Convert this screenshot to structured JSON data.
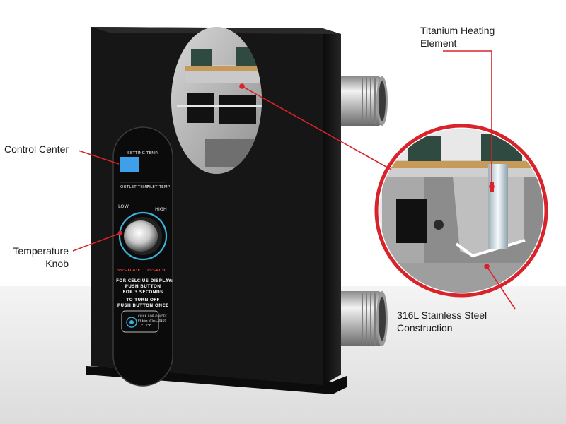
{
  "callouts": {
    "control_center": "Control Center",
    "temperature_knob": [
      "Temperature",
      "Knob"
    ],
    "titanium_element": [
      "Titanium Heating",
      "Element"
    ],
    "stainless_steel": [
      "316L Stainless Steel",
      "Construction"
    ]
  },
  "panel": {
    "setting_temp": "SETTING TEMP.",
    "outlet_temp": "OUTLET TEMP",
    "inlet_temp": "INLET TEMP",
    "low": "LOW",
    "high": "HIGH",
    "range_f": "59°-104°F",
    "range_c": "15°-40°C",
    "celsius_lines": [
      "FOR CELCIUS DISPLAY:",
      "PUSH BUTTON",
      "FOR 3 SECONDS"
    ],
    "turn_off_lines": [
      "TO TURN OFF",
      "PUSH BUTTON ONCE"
    ],
    "button_text": [
      "CLICK FOR ON/OFF",
      "PRESS 3 SECONDS",
      "°C/°F"
    ]
  },
  "colors": {
    "leader_line": "#d9222a",
    "heater_body": "#151515",
    "lcd": "#3ea0e8",
    "background_floor": "#e6e6e6"
  }
}
